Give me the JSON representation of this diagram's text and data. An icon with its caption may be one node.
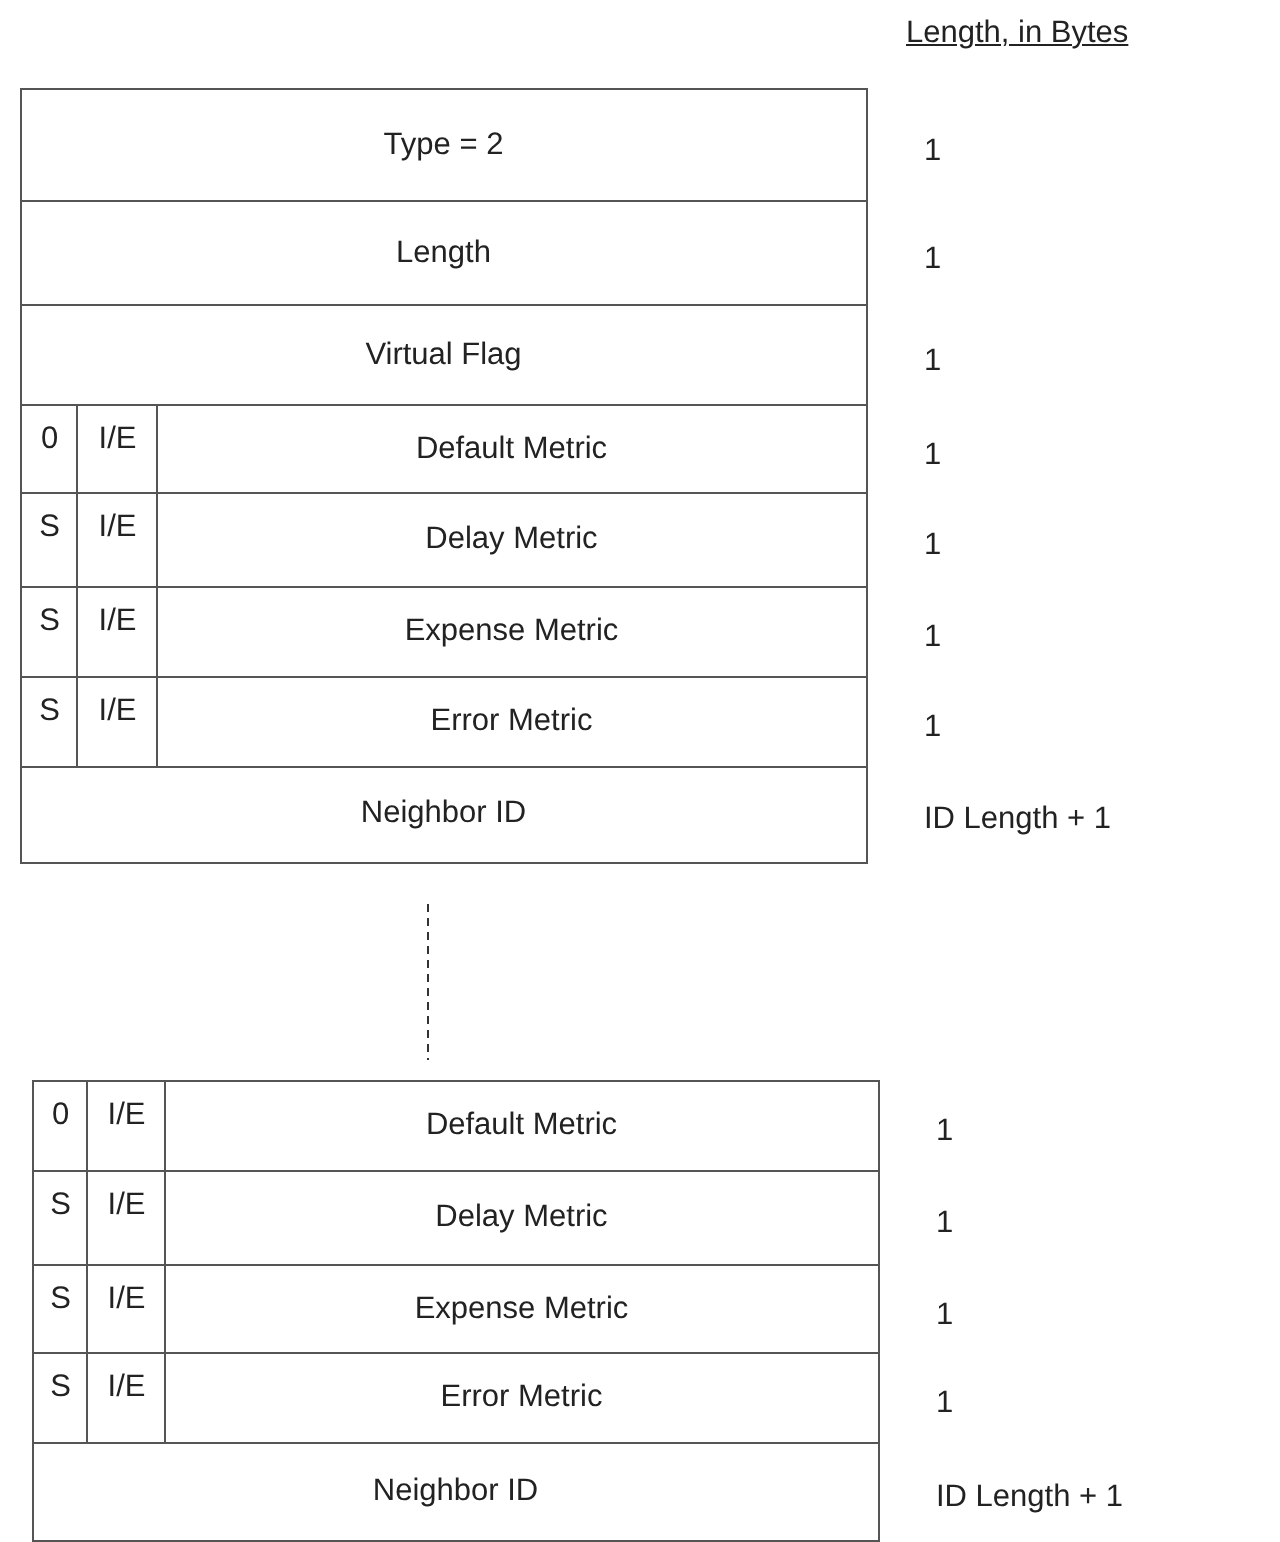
{
  "diagram": {
    "nodes": [
      {
        "text": [
          "Type = 2"
        ],
        "beside": [
          "1"
        ]
      },
      {
        "text": [
          "Length"
        ],
        "beside": [
          "1"
        ]
      },
      {
        "text": [
          "Virtual Flag"
        ],
        "beside": [
          "1"
        ]
      },
      {
        "text": [
          "0"
        ]
      },
      {
        "text": [
          "I/E"
        ]
      },
      {
        "text": [
          "Default Metric"
        ],
        "beside": [
          "1"
        ]
      },
      {
        "text": [
          "S"
        ]
      },
      {
        "text": [
          "I/E"
        ]
      },
      {
        "text": [
          "Delay Metric"
        ],
        "beside": [
          "1"
        ]
      },
      {
        "text": [
          "S"
        ]
      },
      {
        "text": [
          "I/E"
        ]
      },
      {
        "text": [
          "Expense Metric"
        ],
        "beside": [
          "1"
        ]
      },
      {
        "text": [
          "S"
        ]
      },
      {
        "text": [
          "I/E"
        ]
      },
      {
        "text": [
          "Error Metric"
        ],
        "beside": [
          "1"
        ]
      },
      {
        "text": [
          "Neighbor ID"
        ],
        "beside": [
          "ID Length + 1"
        ]
      },
      {
        "text": [
          "0"
        ]
      },
      {
        "text": [
          "I/E"
        ]
      },
      {
        "text": [
          "Default Metric"
        ],
        "beside": [
          "1"
        ]
      },
      {
        "text": [
          "S"
        ]
      },
      {
        "text": [
          "I/E"
        ]
      },
      {
        "text": [
          "Delay Metric"
        ],
        "beside": [
          "1"
        ]
      },
      {
        "text": [
          "S"
        ]
      },
      {
        "text": [
          "I/E"
        ]
      },
      {
        "text": [
          "Expense Metric"
        ],
        "beside": [
          "1"
        ]
      },
      {
        "text": [
          "S"
        ]
      },
      {
        "text": [
          "I/E"
        ]
      },
      {
        "text": [
          "Error Metric"
        ],
        "beside": [
          "1"
        ]
      },
      {
        "text": [
          "Neighbor ID"
        ],
        "beside": [
          "ID Length + 1"
        ]
      }
    ],
    "labels": [
      "Length, in Bytes"
    ]
  }
}
